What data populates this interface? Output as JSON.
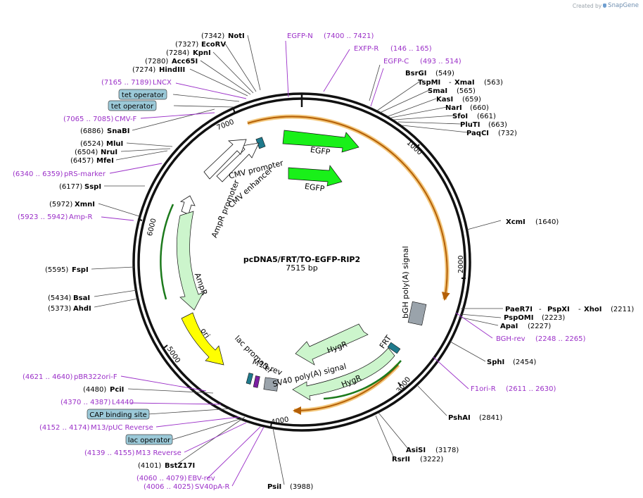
{
  "watermark": {
    "prefix": "Created by",
    "brand": "SnapGene"
  },
  "plasmid": {
    "name": "pcDNA5/FRT/TO-EGFP-RIP2",
    "length": "7515 bp"
  },
  "ring_ticks": [
    "1000",
    "2000",
    "3000",
    "4000",
    "5000",
    "6000",
    "7000"
  ],
  "colors": {
    "feature_green": "#19f019",
    "amp_green": "#ccf5cc",
    "ori_yellow": "#ffff00",
    "orf_orange": "#d98c1a",
    "primer_purple": "#9b30c8",
    "box_blue": "#9bc9d8",
    "grey": "#9aa3ab"
  },
  "feature_labels": [
    "EGFP",
    "EGFP",
    "CMV promoter",
    "CMV enhancer",
    "AmpR promoter",
    "AmpR",
    "ori",
    "lac promoter",
    "M13 rev",
    "SV40 poly(A) signal",
    "HygR",
    "HygR",
    "FRT",
    "bGH poly(A) signal"
  ],
  "enzymes": [
    {
      "name": "NotI",
      "pos": "(7342)"
    },
    {
      "name": "EcoRV",
      "pos": "(7327)"
    },
    {
      "name": "KpnI",
      "pos": "(7284)"
    },
    {
      "name": "Acc65I",
      "pos": "(7280)"
    },
    {
      "name": "HindIII",
      "pos": "(7274)"
    },
    {
      "name": "SnaBI",
      "pos": "(6886)"
    },
    {
      "name": "MluI",
      "pos": "(6524)"
    },
    {
      "name": "NruI",
      "pos": "(6504)"
    },
    {
      "name": "MfeI",
      "pos": "(6457)"
    },
    {
      "name": "SspI",
      "pos": "(6177)"
    },
    {
      "name": "XmnI",
      "pos": "(5972)"
    },
    {
      "name": "FspI",
      "pos": "(5595)"
    },
    {
      "name": "BsaI",
      "pos": "(5434)"
    },
    {
      "name": "AhdI",
      "pos": "(5373)"
    },
    {
      "name": "PciI",
      "pos": "(4480)"
    },
    {
      "name": "BstZ17I",
      "pos": "(4101)"
    },
    {
      "name": "PsiI",
      "pos": "(3988)"
    },
    {
      "name": "BsrGI",
      "pos": "(549)"
    },
    {
      "name": "TspMI",
      "pos": ""
    },
    {
      "name": "XmaI",
      "pos": "(563)"
    },
    {
      "name": "SmaI",
      "pos": "(565)"
    },
    {
      "name": "KasI",
      "pos": "(659)"
    },
    {
      "name": "NarI",
      "pos": "(660)"
    },
    {
      "name": "SfoI",
      "pos": "(661)"
    },
    {
      "name": "PluTI",
      "pos": "(663)"
    },
    {
      "name": "PaqCI",
      "pos": "(732)"
    },
    {
      "name": "XcmI",
      "pos": "(1640)"
    },
    {
      "name": "PaeR7I",
      "pos": ""
    },
    {
      "name": "PspXI",
      "pos": ""
    },
    {
      "name": "XhoI",
      "pos": "(2211)"
    },
    {
      "name": "PspOMI",
      "pos": "(2223)"
    },
    {
      "name": "ApaI",
      "pos": "(2227)"
    },
    {
      "name": "SphI",
      "pos": "(2454)"
    },
    {
      "name": "PshAI",
      "pos": "(2841)"
    },
    {
      "name": "AsiSI",
      "pos": "(3178)"
    },
    {
      "name": "RsrII",
      "pos": "(3222)"
    }
  ],
  "primers": [
    {
      "name": "EGFP-N",
      "range": "(7400 .. 7421)"
    },
    {
      "name": "EXFP-R",
      "range": "(146 .. 165)"
    },
    {
      "name": "EGFP-C",
      "range": "(493 .. 514)"
    },
    {
      "name": "LNCX",
      "range": "(7165 .. 7189)"
    },
    {
      "name": "CMV-F",
      "range": "(7065 .. 7085)"
    },
    {
      "name": "pRS-marker",
      "range": "(6340 .. 6359)"
    },
    {
      "name": "Amp-R",
      "range": "(5923 .. 5942)"
    },
    {
      "name": "pBR322ori-F",
      "range": "(4621 .. 4640)"
    },
    {
      "name": "L4440",
      "range": "(4370 .. 4387)"
    },
    {
      "name": "M13/pUC Reverse",
      "range": "(4152 .. 4174)"
    },
    {
      "name": "M13 Reverse",
      "range": "(4139 .. 4155)"
    },
    {
      "name": "EBV-rev",
      "range": "(4060 .. 4079)"
    },
    {
      "name": "SV40pA-R",
      "range": "(4006 .. 4025)"
    },
    {
      "name": "BGH-rev",
      "range": "(2248 .. 2265)"
    },
    {
      "name": "F1ori-R",
      "range": "(2611 .. 2630)"
    }
  ],
  "boxes": [
    "tet operator",
    "tet operator",
    "CAP binding site",
    "lac operator"
  ]
}
